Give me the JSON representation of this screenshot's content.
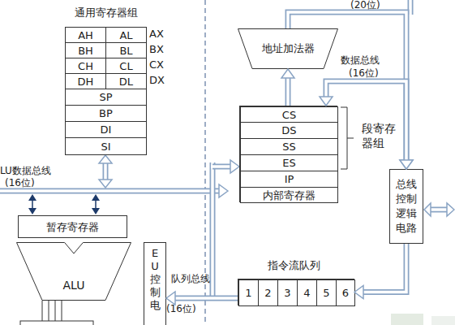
{
  "diagram": {
    "nodes": [
      {
        "text": [
          "通用寄存器组"
        ]
      },
      {
        "text": [
          "AH"
        ],
        "in": 0
      },
      {
        "text": [
          "AL"
        ],
        "in": 0
      },
      {
        "text": [
          "BH"
        ],
        "in": 0
      },
      {
        "text": [
          "BL"
        ],
        "in": 0
      },
      {
        "text": [
          "CH"
        ],
        "in": 0
      },
      {
        "text": [
          "CL"
        ],
        "in": 0
      },
      {
        "text": [
          "DH"
        ],
        "in": 0
      },
      {
        "text": [
          "DL"
        ],
        "in": 0
      },
      {
        "text": [
          "SP"
        ],
        "in": 0
      },
      {
        "text": [
          "BP"
        ],
        "in": 0
      },
      {
        "text": [
          "DI"
        ],
        "in": 0
      },
      {
        "text": [
          "SI"
        ],
        "in": 0
      },
      {
        "text": [
          "暂存寄存器"
        ]
      },
      {
        "text": [
          "ALU"
        ]
      },
      {
        "text": [
          "EU控制电"
        ]
      },
      {
        "text": [
          "地址加法器"
        ]
      },
      {
        "text": [
          "段寄存器组"
        ]
      },
      {
        "text": [
          "CS"
        ],
        "in": 17
      },
      {
        "text": [
          "DS"
        ],
        "in": 17
      },
      {
        "text": [
          "SS"
        ],
        "in": 17
      },
      {
        "text": [
          "ES"
        ],
        "in": 17
      },
      {
        "text": [
          "IP"
        ],
        "in": 17
      },
      {
        "text": [
          "内部寄存器"
        ],
        "in": 17
      },
      {
        "text": [
          "总线控制逻辑电路"
        ]
      },
      {
        "text": [
          "指令流队列"
        ]
      },
      {
        "text": [
          "1"
        ],
        "in": 25
      },
      {
        "text": [
          "2"
        ],
        "in": 25
      },
      {
        "text": [
          "3"
        ],
        "in": 25
      },
      {
        "text": [
          "4"
        ],
        "in": 25
      },
      {
        "text": [
          "5"
        ],
        "in": 25
      },
      {
        "text": [
          "6"
        ],
        "in": 25
      }
    ],
    "edges": [
      {
        "from": 17,
        "to": 16,
        "arrow": "to"
      },
      {
        "from": 16,
        "to": 24,
        "arrow": "to"
      },
      {
        "from": 17,
        "to": 24,
        "arrow": "both"
      },
      {
        "from": 24,
        "to": 25,
        "arrow": "to"
      },
      {
        "from": 25,
        "to": 15,
        "arrow": "to"
      }
    ],
    "labels": [
      "AX",
      "BX",
      "CX",
      "DX",
      "LU数据总线",
      "(16位)",
      "(20位)",
      "数据总线",
      "(16位)",
      "队列总线",
      "(16位)"
    ]
  }
}
